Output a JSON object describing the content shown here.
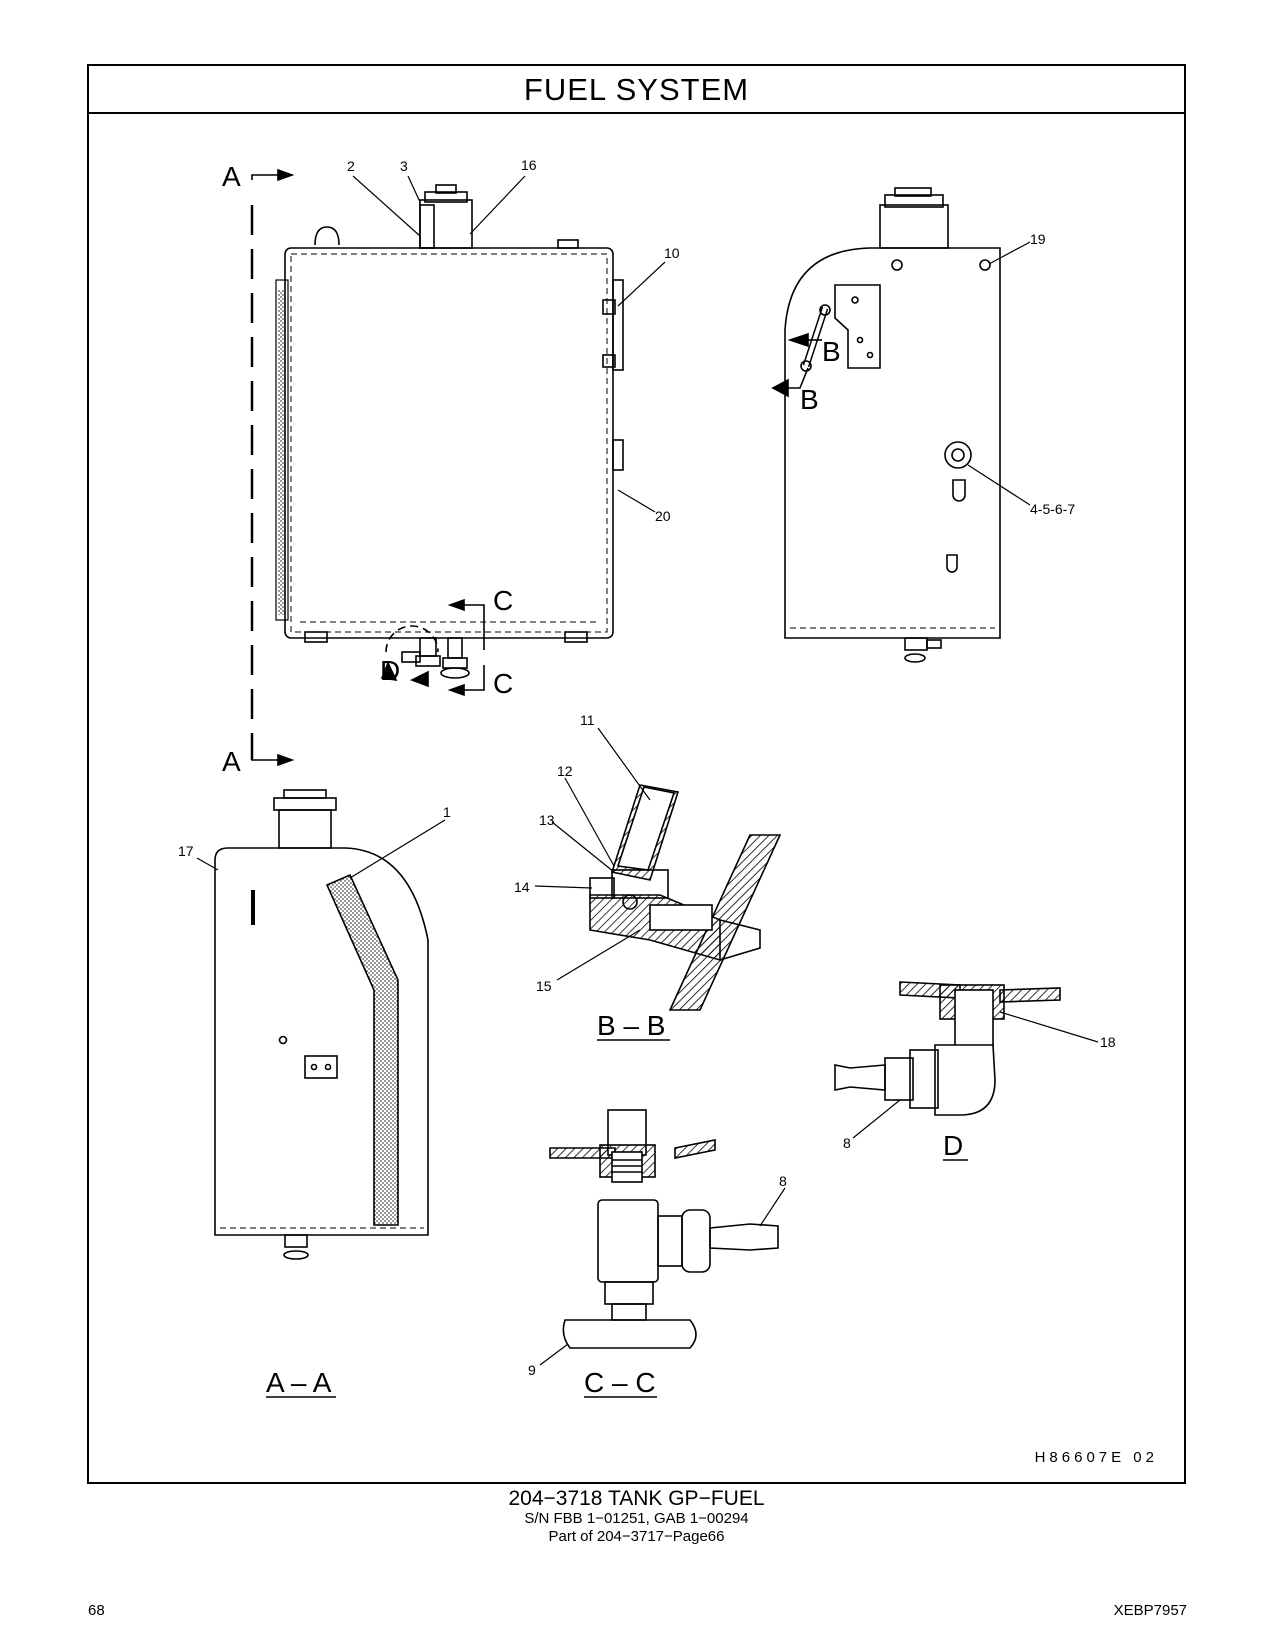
{
  "header": {
    "title": "FUEL   SYSTEM"
  },
  "figure_code": "H86607E   02",
  "callouts": {
    "c1": "1",
    "c2": "2",
    "c3": "3",
    "c4567": "4-5-6-7",
    "c8a": "8",
    "c8b": "8",
    "c9": "9",
    "c10": "10",
    "c11": "11",
    "c12": "12",
    "c13": "13",
    "c14": "14",
    "c15": "15",
    "c16": "16",
    "c17": "17",
    "c18": "18",
    "c19": "19",
    "c20": "20"
  },
  "section_marks": {
    "a_top": "A",
    "a_bottom": "A",
    "b_upper": "B",
    "b_lower": "B",
    "c_upper": "C",
    "c_lower": "C",
    "d": "D"
  },
  "view_labels": {
    "aa": "A – A",
    "bb": "B – B",
    "cc": "C – C",
    "d": "D"
  },
  "caption": {
    "line1": "204−3718   TANK  GP−FUEL",
    "line2": "S/N FBB 1−01251, GAB 1−00294",
    "line3": "Part of 204−3717−Page66"
  },
  "footer": {
    "page_number": "68",
    "document_id": "XEBP7957"
  }
}
